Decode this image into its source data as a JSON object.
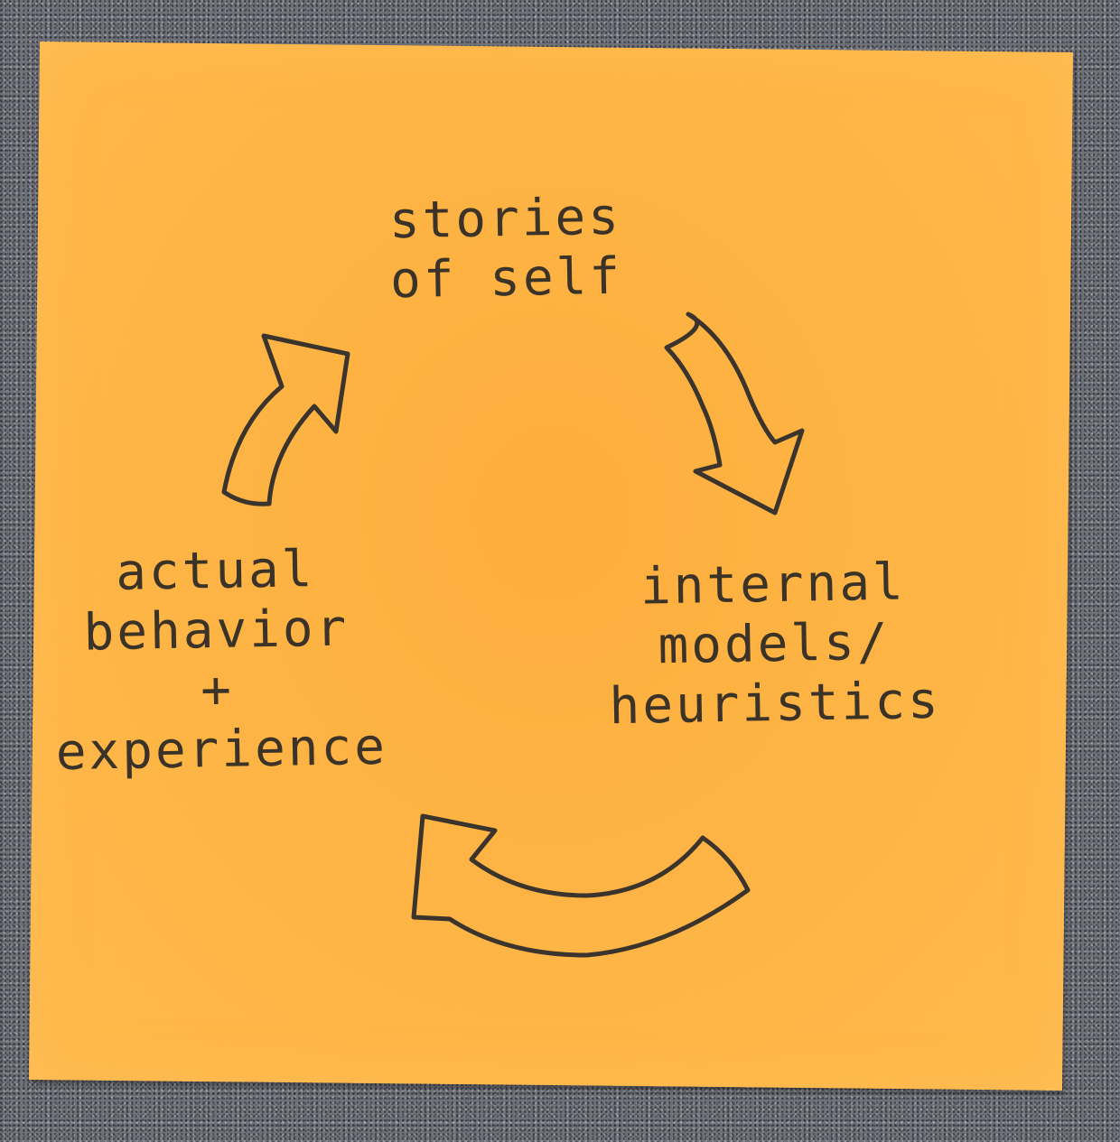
{
  "diagram": {
    "type": "cycle",
    "nodes": [
      {
        "id": "top",
        "label": "stories\nof self"
      },
      {
        "id": "right",
        "label": "internal\nmodels/\nheuristics"
      },
      {
        "id": "left",
        "label": "actual\nbehavior\n+\nexperience"
      }
    ],
    "edges": [
      {
        "from": "top",
        "to": "right"
      },
      {
        "from": "right",
        "to": "left"
      },
      {
        "from": "left",
        "to": "top"
      }
    ]
  },
  "colors": {
    "note": "#fdb444",
    "ink": "#3a342c",
    "background": "#6f7178"
  }
}
